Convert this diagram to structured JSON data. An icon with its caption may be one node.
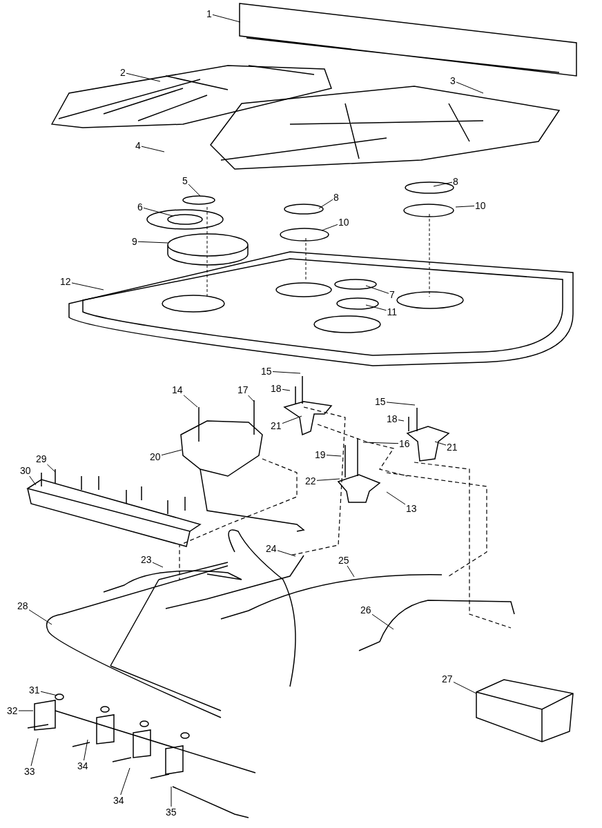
{
  "diagram": {
    "nodes": [
      {
        "text": [
          "1"
        ]
      },
      {
        "text": [
          "2"
        ]
      },
      {
        "text": [
          "3"
        ]
      },
      {
        "text": [
          "4"
        ]
      },
      {
        "text": [
          "5"
        ]
      },
      {
        "text": [
          "8"
        ]
      },
      {
        "text": [
          "8"
        ]
      },
      {
        "text": [
          "6"
        ]
      },
      {
        "text": [
          "10"
        ]
      },
      {
        "text": [
          "10"
        ]
      },
      {
        "text": [
          "9"
        ]
      },
      {
        "text": [
          "12"
        ]
      },
      {
        "text": [
          "7"
        ]
      },
      {
        "text": [
          "11"
        ]
      },
      {
        "text": [
          "15"
        ]
      },
      {
        "text": [
          "14"
        ]
      },
      {
        "text": [
          "17"
        ]
      },
      {
        "text": [
          "18"
        ]
      },
      {
        "text": [
          "15"
        ]
      },
      {
        "text": [
          "18"
        ]
      },
      {
        "text": [
          "21"
        ]
      },
      {
        "text": [
          "16"
        ]
      },
      {
        "text": [
          "21"
        ]
      },
      {
        "text": [
          "20"
        ]
      },
      {
        "text": [
          "29"
        ]
      },
      {
        "text": [
          "19"
        ]
      },
      {
        "text": [
          "30"
        ]
      },
      {
        "text": [
          "22"
        ]
      },
      {
        "text": [
          "13"
        ]
      },
      {
        "text": [
          "24"
        ]
      },
      {
        "text": [
          "23"
        ]
      },
      {
        "text": [
          "25"
        ]
      },
      {
        "text": [
          "28"
        ]
      },
      {
        "text": [
          "26"
        ]
      },
      {
        "text": [
          "31"
        ]
      },
      {
        "text": [
          "27"
        ]
      },
      {
        "text": [
          "32"
        ]
      },
      {
        "text": [
          "33"
        ]
      },
      {
        "text": [
          "34"
        ]
      },
      {
        "text": [
          "34"
        ]
      },
      {
        "text": [
          "35"
        ]
      }
    ],
    "edges": [
      {
        "from": 0,
        "to": null,
        "arrow": "none"
      },
      {
        "from": 1,
        "to": null,
        "arrow": "none"
      },
      {
        "from": 2,
        "to": null,
        "arrow": "none"
      },
      {
        "from": 3,
        "to": null,
        "arrow": "none"
      },
      {
        "from": 4,
        "to": null,
        "arrow": "none"
      },
      {
        "from": 5,
        "to": null,
        "arrow": "none"
      },
      {
        "from": 6,
        "to": null,
        "arrow": "none"
      },
      {
        "from": 7,
        "to": null,
        "arrow": "none"
      },
      {
        "from": 8,
        "to": null,
        "arrow": "none"
      },
      {
        "from": 9,
        "to": null,
        "arrow": "none"
      },
      {
        "from": 10,
        "to": null,
        "arrow": "none"
      },
      {
        "from": 11,
        "to": null,
        "arrow": "none"
      },
      {
        "from": 12,
        "to": null,
        "arrow": "none"
      },
      {
        "from": 13,
        "to": null,
        "arrow": "none"
      },
      {
        "from": 14,
        "to": null,
        "arrow": "none"
      },
      {
        "from": 15,
        "to": null,
        "arrow": "none"
      },
      {
        "from": 16,
        "to": null,
        "arrow": "none"
      },
      {
        "from": 17,
        "to": null,
        "arrow": "none"
      },
      {
        "from": 18,
        "to": null,
        "arrow": "none"
      },
      {
        "from": 19,
        "to": null,
        "arrow": "none"
      },
      {
        "from": 20,
        "to": null,
        "arrow": "none"
      },
      {
        "from": 21,
        "to": null,
        "arrow": "none"
      },
      {
        "from": 22,
        "to": null,
        "arrow": "none"
      },
      {
        "from": 23,
        "to": null,
        "arrow": "none"
      },
      {
        "from": 24,
        "to": null,
        "arrow": "none"
      },
      {
        "from": 25,
        "to": null,
        "arrow": "none"
      },
      {
        "from": 26,
        "to": null,
        "arrow": "none"
      },
      {
        "from": 27,
        "to": null,
        "arrow": "none"
      },
      {
        "from": 28,
        "to": null,
        "arrow": "none"
      },
      {
        "from": 29,
        "to": null,
        "arrow": "none"
      },
      {
        "from": 30,
        "to": null,
        "arrow": "none"
      },
      {
        "from": 31,
        "to": null,
        "arrow": "none"
      },
      {
        "from": 32,
        "to": null,
        "arrow": "none"
      },
      {
        "from": 33,
        "to": null,
        "arrow": "none"
      },
      {
        "from": 34,
        "to": null,
        "arrow": "none"
      },
      {
        "from": 35,
        "to": null,
        "arrow": "none"
      },
      {
        "from": 36,
        "to": null,
        "arrow": "none"
      },
      {
        "from": 37,
        "to": null,
        "arrow": "none"
      },
      {
        "from": 38,
        "to": null,
        "arrow": "none"
      },
      {
        "from": 39,
        "to": null,
        "arrow": "none"
      },
      {
        "from": 40,
        "to": null,
        "arrow": "none"
      }
    ]
  }
}
